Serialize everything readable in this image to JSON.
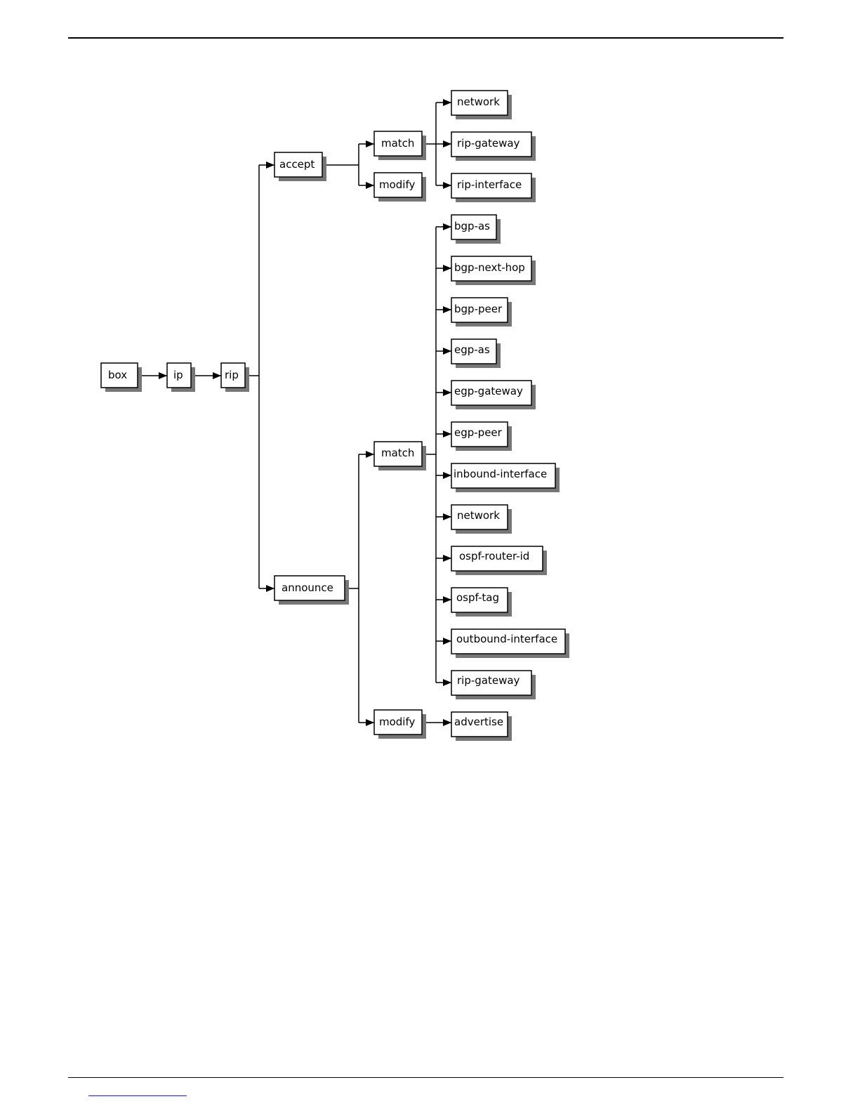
{
  "diagram": {
    "root": "box",
    "level1": "ip",
    "level2": "rip",
    "accept": {
      "label": "accept",
      "match": {
        "label": "match",
        "children": [
          "network",
          "rip-gateway",
          "rip-interface"
        ]
      },
      "modify": {
        "label": "modify"
      }
    },
    "announce": {
      "label": "announce",
      "match": {
        "label": "match",
        "children": [
          "bgp-as",
          "bgp-next-hop",
          "bgp-peer",
          "egp-as",
          "egp-gateway",
          "egp-peer",
          "inbound-interface",
          "network",
          "ospf-router-id",
          "ospf-tag",
          "outbound-interface",
          "rip-gateway"
        ]
      },
      "modify": {
        "label": "modify",
        "children": [
          "advertise"
        ]
      }
    }
  }
}
